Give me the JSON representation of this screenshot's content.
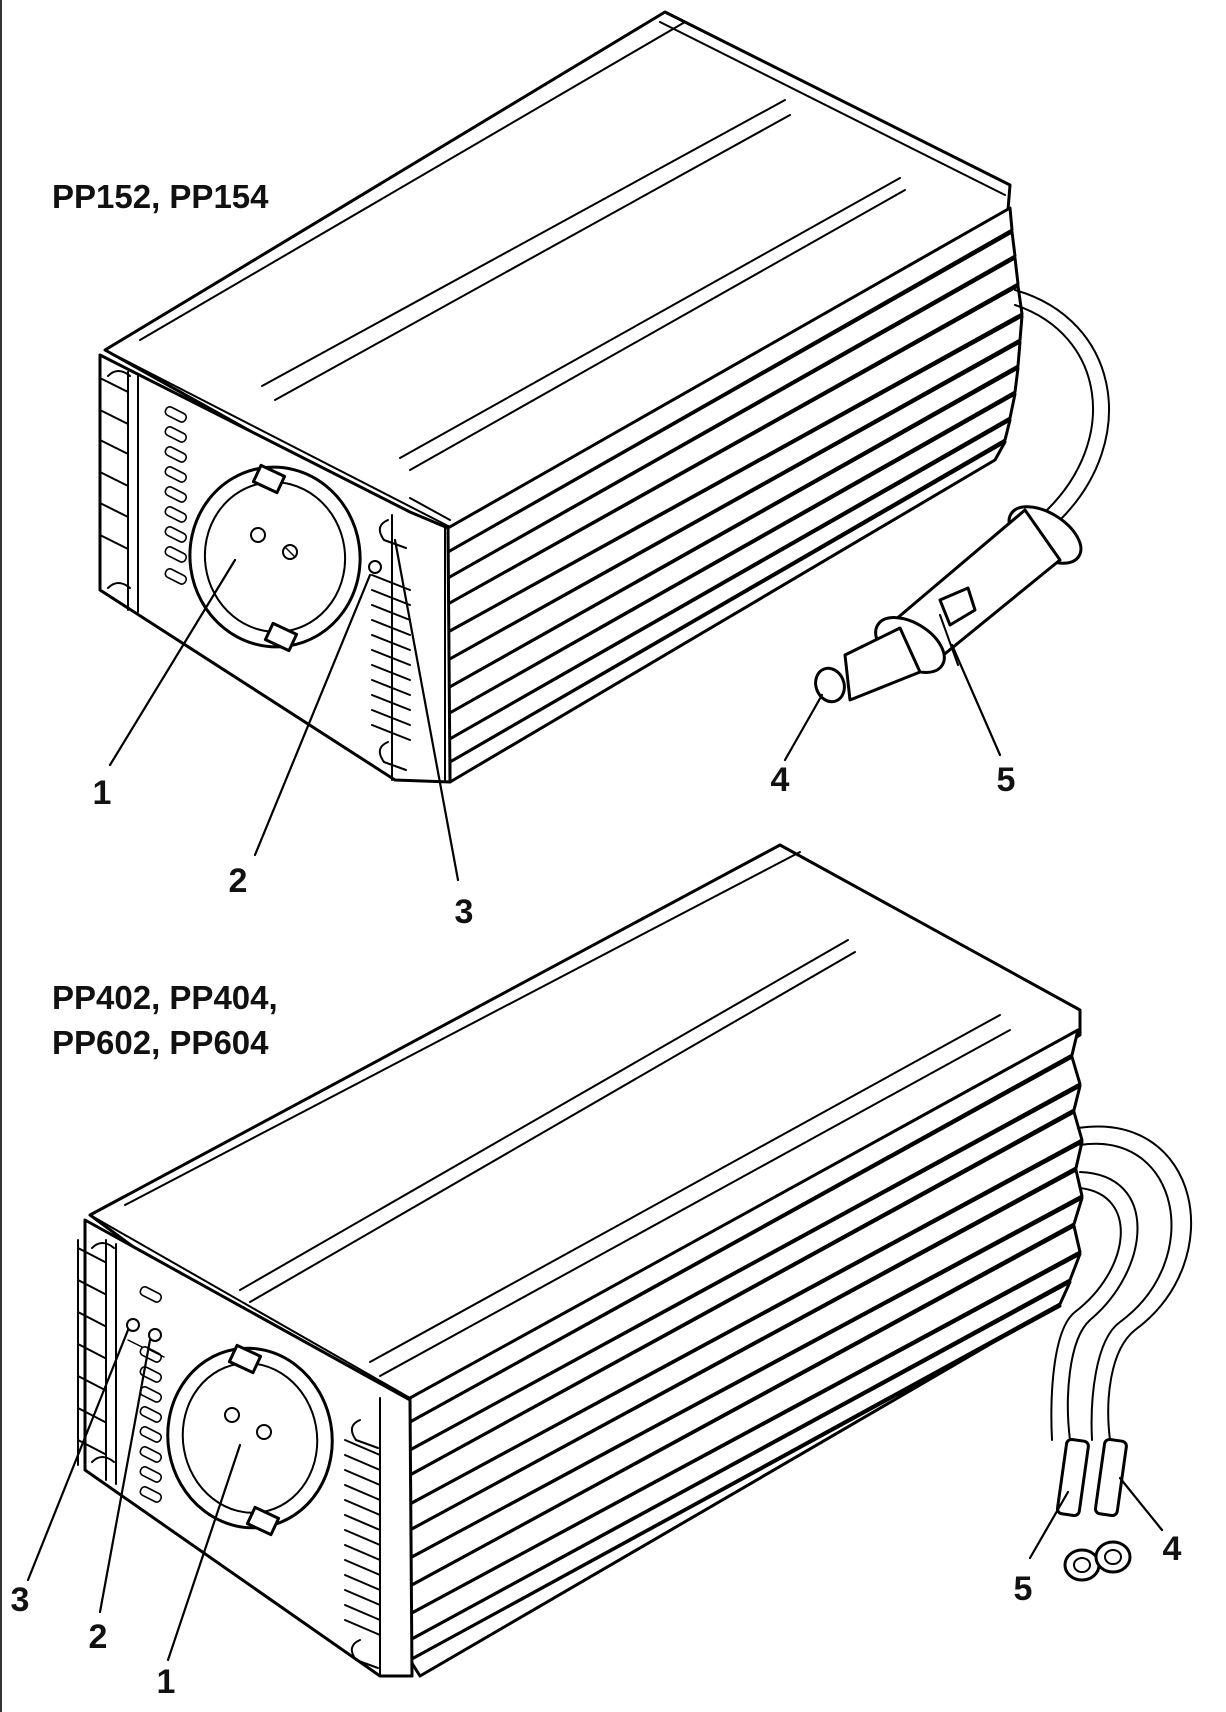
{
  "figure": {
    "top": {
      "title": "PP152, PP154",
      "callouts": [
        "1",
        "2",
        "3",
        "4",
        "5"
      ]
    },
    "bottom": {
      "title_lines": [
        "PP402, PP404,",
        "PP602, PP604"
      ],
      "callouts": [
        "3",
        "2",
        "1",
        "5",
        "4"
      ]
    }
  }
}
